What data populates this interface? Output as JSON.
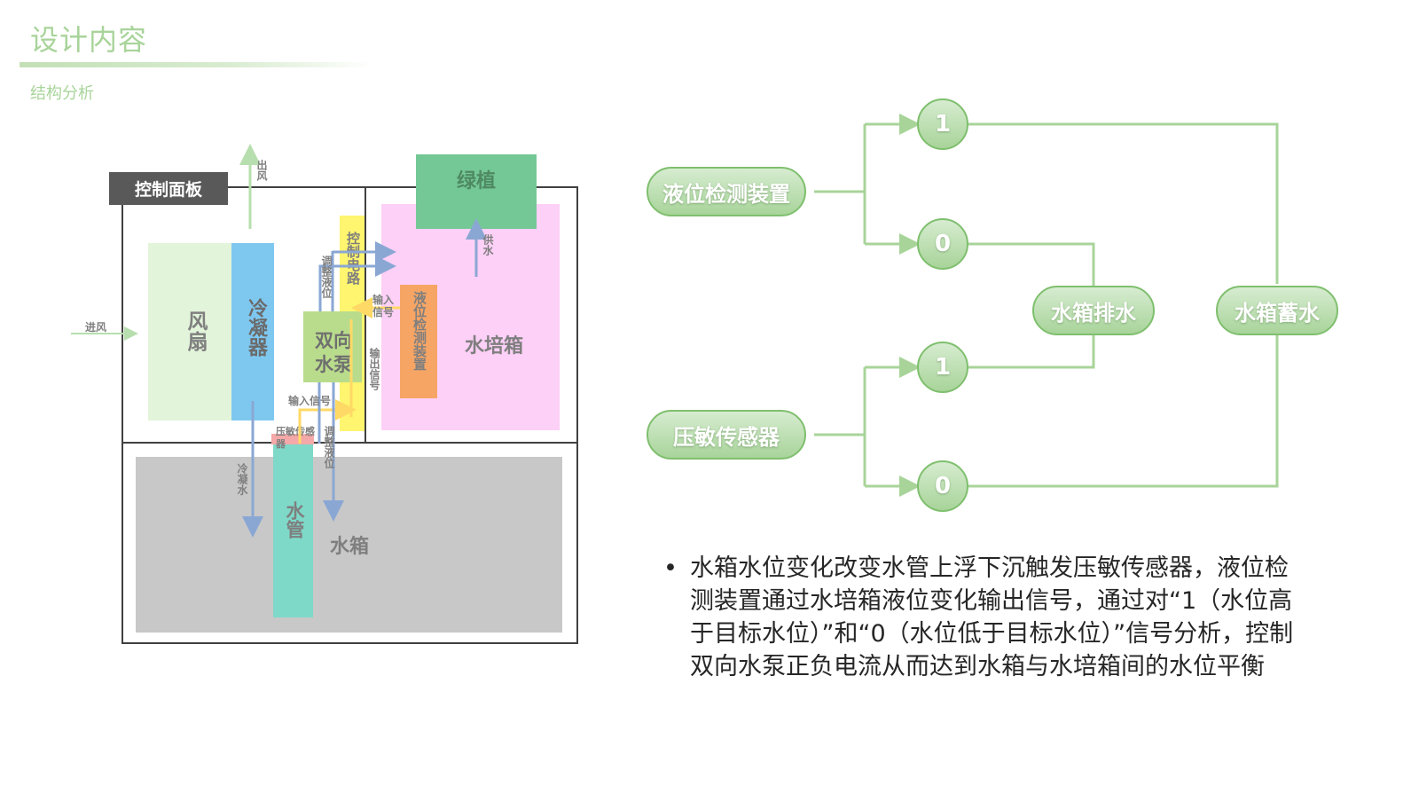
{
  "header": {
    "title": "设计内容",
    "subtitle": "结构分析"
  },
  "structure": {
    "control_panel": "控制面板",
    "fan": "风扇",
    "condenser": "冷凝器",
    "pump": "双向水泵",
    "control_circuit": "控制电路",
    "level_sensor": "液位检测装置",
    "hydro_tank": "水培箱",
    "plants": "绿植",
    "pressure_sensor": "压敏传感器",
    "water_pipe": "水管",
    "water_tank": "水箱",
    "labels": {
      "air_out": "出风",
      "air_in": "进风",
      "supply_water": "供水",
      "adjust_level_top": "调整液位",
      "input_signal_top": "输入信号",
      "output_signal": "输出信号",
      "input_signal_bottom": "输入信号",
      "adjust_level_bottom": "调整液位",
      "condensed_water": "冷凝水"
    }
  },
  "logic": {
    "level_device": "液位检测装置",
    "pressure_sensor": "压敏传感器",
    "state_1_top": "1",
    "state_0_top": "0",
    "state_1_bottom": "1",
    "state_0_bottom": "0",
    "drain": "水箱排水",
    "store": "水箱蓄水"
  },
  "description": {
    "bullet": "•",
    "text": "水箱水位变化改变水管上浮下沉触发压敏传感器，液位检测装置通过水培箱液位变化输出信号，通过对“1（水位高于目标水位）”和“0（水位低于目标水位）”信号分析，控制双向水泵正负电流从而达到水箱与水培箱间的水位平衡"
  },
  "colors": {
    "accent_green": "#a8d49a",
    "fan": "#e2f4da",
    "condenser": "#7ec8f0",
    "pump": "#b9dc8c",
    "control_circuit": "#fff56e",
    "level_sensor": "#f6a565",
    "hydro_tank": "#fdd0f7",
    "plants": "#74c896",
    "water_tank": "#c8c8c8",
    "water_pipe": "#7ed9c9",
    "pressure_sensor": "#f4a8a8",
    "control_panel": "#595959"
  }
}
